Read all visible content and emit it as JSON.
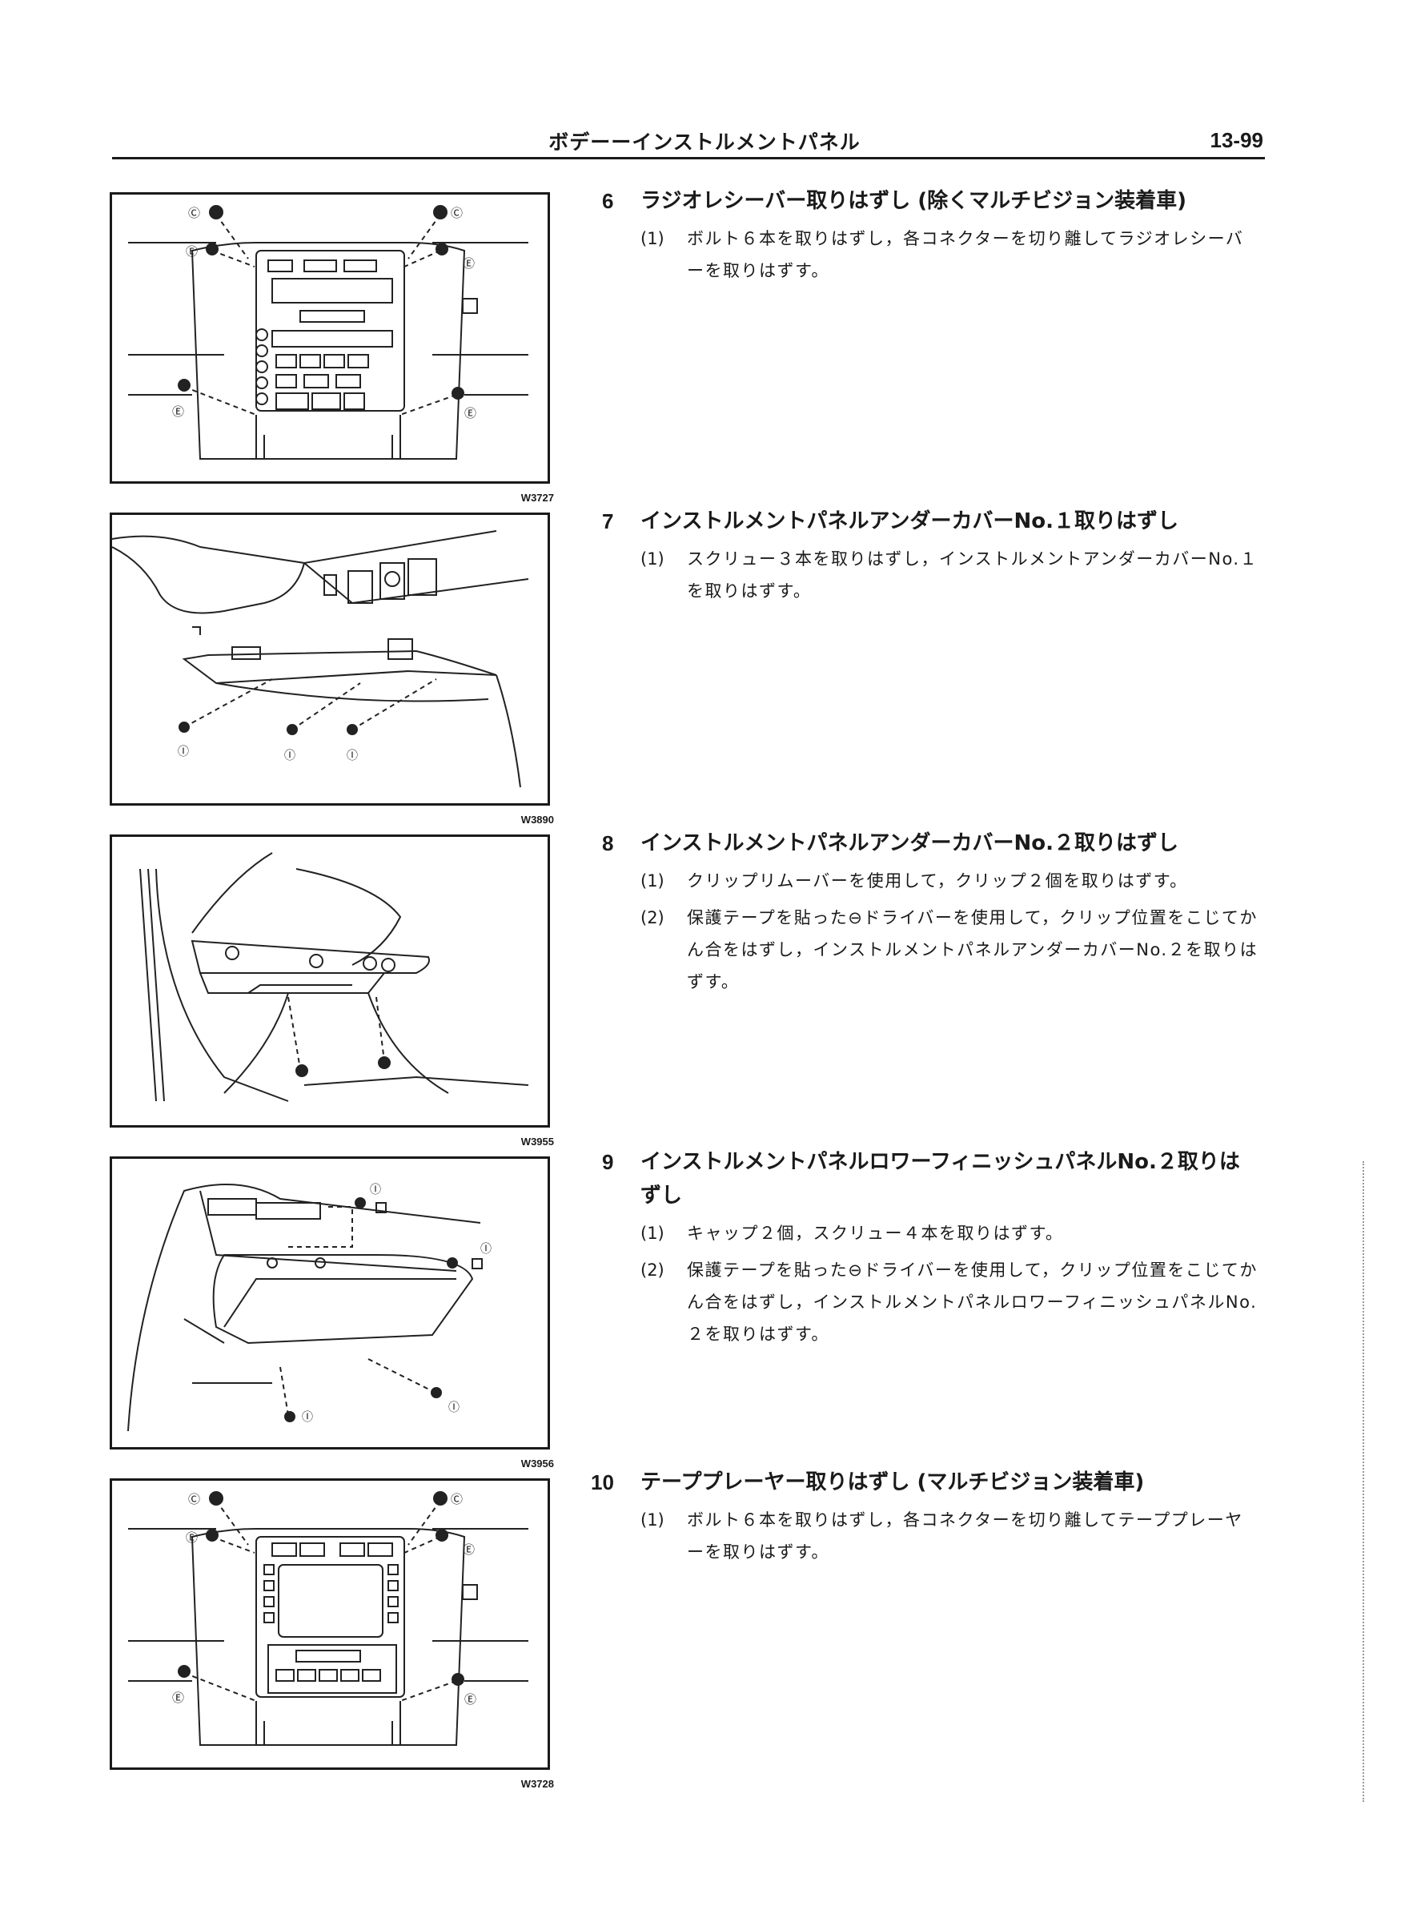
{
  "header": {
    "title": "ボデーーインストルメントパネル",
    "page_number": "13-99"
  },
  "figures": [
    {
      "code": "W3727",
      "callouts": [
        "Ⓒ",
        "Ⓒ",
        "Ⓔ",
        "Ⓔ",
        "Ⓔ",
        "Ⓔ"
      ]
    },
    {
      "code": "W3890",
      "callouts": [
        "Ⓘ",
        "Ⓘ",
        "Ⓘ"
      ]
    },
    {
      "code": "W3955"
    },
    {
      "code": "W3956",
      "callouts": [
        "Ⓘ",
        "Ⓘ",
        "Ⓘ",
        "Ⓘ"
      ]
    },
    {
      "code": "W3728",
      "callouts": [
        "Ⓒ",
        "Ⓒ",
        "Ⓔ",
        "Ⓔ",
        "Ⓔ",
        "Ⓔ"
      ]
    }
  ],
  "steps": [
    {
      "number": "6",
      "title": "ラジオレシーバー取りはずし (除くマルチビジョン装着車)",
      "subs": [
        {
          "num": "(1)",
          "text": "ボルト６本を取りはずし，各コネクターを切り離してラジオレシーバーを取りはずす。"
        }
      ]
    },
    {
      "number": "7",
      "title": "インストルメントパネルアンダーカバーNo.１取りはずし",
      "subs": [
        {
          "num": "(1)",
          "text": "スクリュー３本を取りはずし，インストルメントアンダーカバーNo.１を取りはずす。"
        }
      ]
    },
    {
      "number": "8",
      "title": "インストルメントパネルアンダーカバーNo.２取りはずし",
      "subs": [
        {
          "num": "(1)",
          "text": "クリップリムーバーを使用して，クリップ２個を取りはずす。"
        },
        {
          "num": "(2)",
          "text": "保護テープを貼った⊖ドライバーを使用して，クリップ位置をこじてかん合をはずし，インストルメントパネルアンダーカバーNo.２を取りはずす。"
        }
      ]
    },
    {
      "number": "9",
      "title": "インストルメントパネルロワーフィニッシュパネルNo.２取りはずし",
      "subs": [
        {
          "num": "(1)",
          "text": "キャップ２個，スクリュー４本を取りはずす。"
        },
        {
          "num": "(2)",
          "text": "保護テープを貼った⊖ドライバーを使用して，クリップ位置をこじてかん合をはずし，インストルメントパネルロワーフィニッシュパネルNo.２を取りはずす。"
        }
      ]
    },
    {
      "number": "10",
      "title": "テーププレーヤー取りはずし (マルチビジョン装着車)",
      "subs": [
        {
          "num": "(1)",
          "text": "ボルト６本を取りはずし，各コネクターを切り離してテーププレーヤーを取りはずす。"
        }
      ]
    }
  ]
}
